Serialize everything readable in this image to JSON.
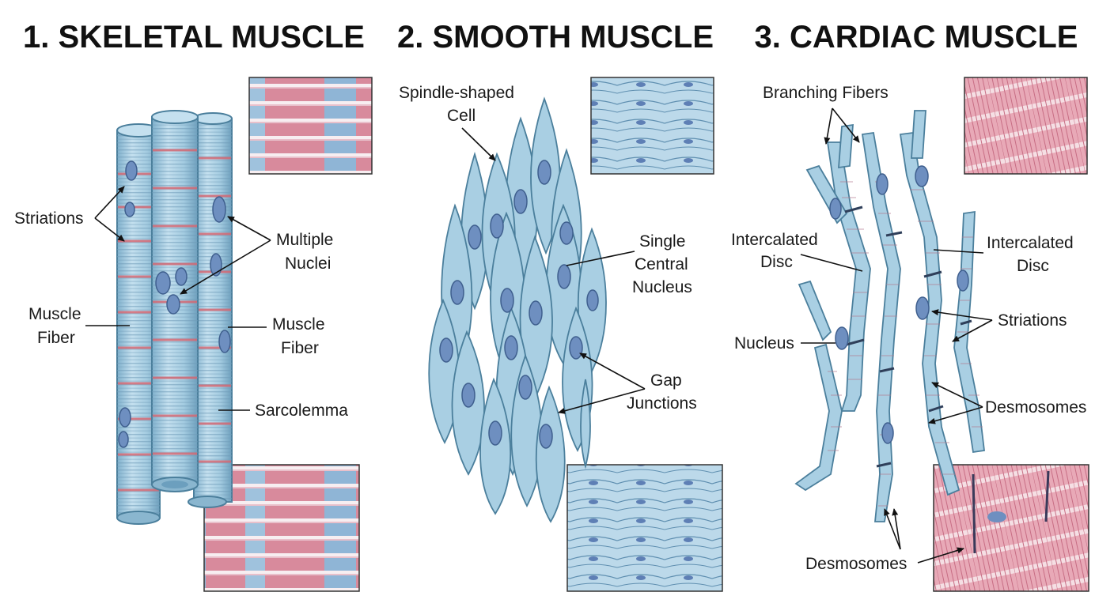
{
  "colors": {
    "fiber_blue": "#a9cfe3",
    "fiber_outline": "#4b7f9c",
    "nucleus": "#6e8fc0",
    "striation_red": "#d9646e",
    "stain_pink": "#e8a3b3",
    "stain_blue": "#b8d6ea"
  },
  "panels": [
    {
      "title": "1. SKELETAL MUSCLE",
      "labels": {
        "striations": "Striations",
        "multiple_nuclei_1": "Multiple",
        "multiple_nuclei_2": "Nuclei",
        "muscle_fiber_left_1": "Muscle",
        "muscle_fiber_left_2": "Fiber",
        "muscle_fiber_right_1": "Muscle",
        "muscle_fiber_right_2": "Fiber",
        "sarcolemma": "Sarcolemma"
      }
    },
    {
      "title": "2. SMOOTH MUSCLE",
      "labels": {
        "spindle_1": "Spindle-shaped",
        "spindle_2": "Cell",
        "single_1": "Single",
        "single_2": "Central",
        "single_3": "Nucleus",
        "gap_1": "Gap",
        "gap_2": "Junctions"
      }
    },
    {
      "title": "3. CARDIAC MUSCLE",
      "labels": {
        "branching": "Branching Fibers",
        "intercalated_left_1": "Intercalated",
        "intercalated_left_2": "Disc",
        "intercalated_right_1": "Intercalated",
        "intercalated_right_2": "Disc",
        "striations": "Striations",
        "nucleus": "Nucleus",
        "desmosomes_right": "Desmosomes",
        "desmosomes_bottom": "Desmosomes"
      }
    }
  ]
}
